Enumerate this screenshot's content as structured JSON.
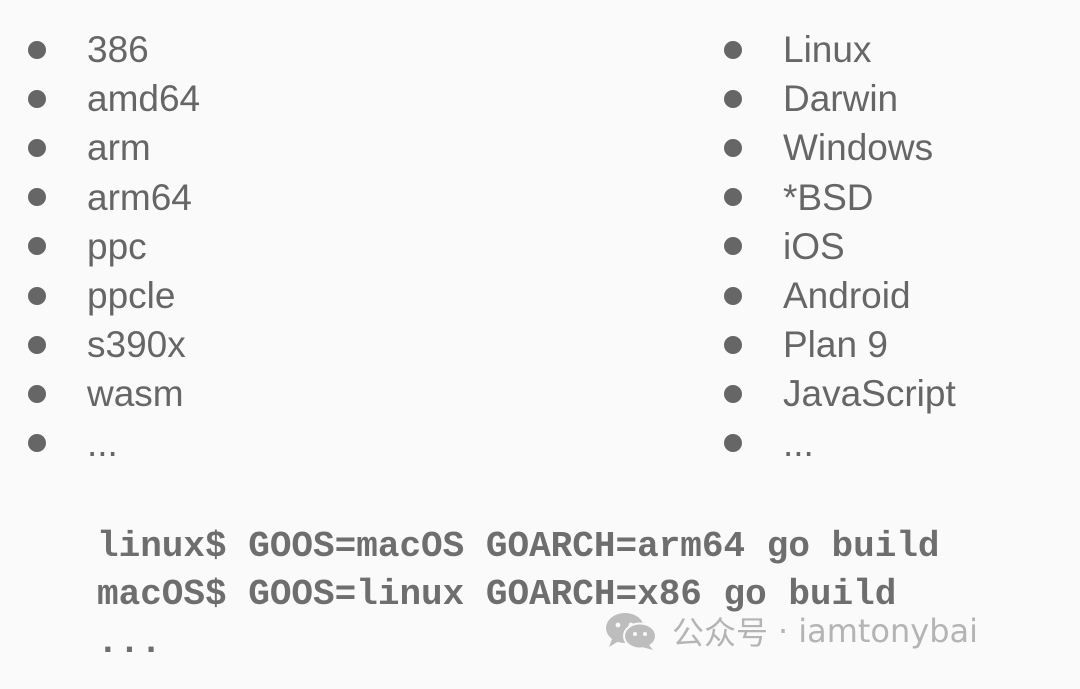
{
  "architectures": [
    "386",
    "amd64",
    "arm",
    "arm64",
    "ppc",
    "ppcle",
    "s390x",
    "wasm",
    "..."
  ],
  "operating_systems": [
    "Linux",
    "Darwin",
    "Windows",
    "*BSD",
    "iOS",
    "Android",
    "Plan 9",
    "JavaScript",
    "..."
  ],
  "code_lines": [
    "linux$ GOOS=macOS GOARCH=arm64 go build",
    "macOS$ GOOS=linux GOARCH=x86 go build",
    "..."
  ],
  "watermark": {
    "icon": "wechat-icon",
    "account_type": "公众号",
    "separator": "·",
    "account_name": "iamtonybai"
  },
  "colors": {
    "background": "#fafafa",
    "text": "#666666",
    "watermark": "#b4b4b4"
  }
}
